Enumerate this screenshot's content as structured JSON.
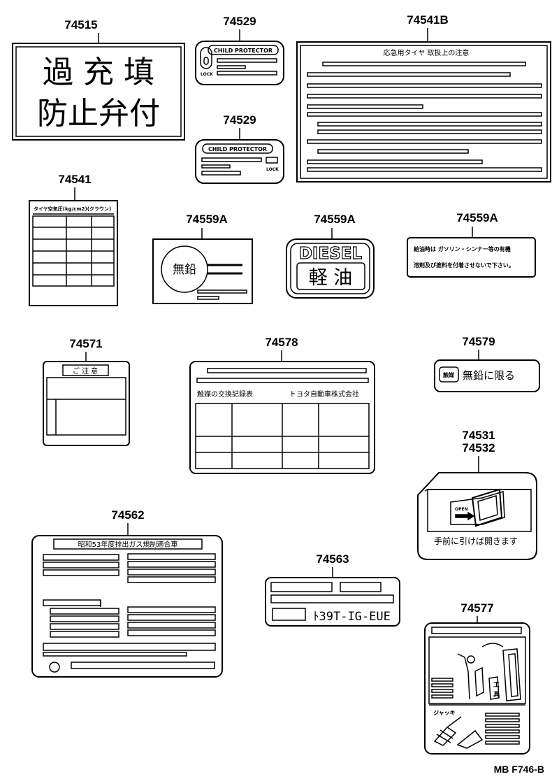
{
  "parts": {
    "p74515": "74515",
    "p74529a": "74529",
    "p74529b": "74529",
    "p74541B": "74541B",
    "p74541": "74541",
    "p74559A_1": "74559A",
    "p74559A_2": "74559A",
    "p74559A_3": "74559A",
    "p74571": "74571",
    "p74578": "74578",
    "p74579": "74579",
    "p74531": "74531",
    "p74532": "74532",
    "p74562": "74562",
    "p74563": "74563",
    "p74577": "74577"
  },
  "labels": {
    "overfill_line1": "過 充 填",
    "overfill_line2": "防止弁付",
    "child_protector": "CHILD PROTECTOR",
    "lock": "LOCK",
    "spare_tire_title": "応急用タイヤ 取扱上の注意",
    "tire_pressure_header": "タイヤ空気圧(kg/cm2)(クラウン)",
    "unleaded_circle": "無鉛",
    "diesel": "DIESEL",
    "diesel_jp": "軽 油",
    "fuel_warn_line1": "給油時は ガソリン・シンナー等の有機",
    "fuel_warn_line2": "溶剤及び塗料を付着させないで下さい。",
    "caution": "ご 注 意",
    "catalyst_record": "触媒の交換記録表",
    "toyota_corp": "トヨタ自動車株式会社",
    "catalyst": "触媒",
    "unleaded_only": "無鉛に限る",
    "open": "OPEN",
    "pull_to_open": "手前に引けば開きます",
    "emission_title": "昭和53年度排出ガス規制適合車",
    "engine_code": "ﾄ39T-IG-EUE",
    "jack": "ジャッキ",
    "footer_code": "MB  F746-B"
  }
}
